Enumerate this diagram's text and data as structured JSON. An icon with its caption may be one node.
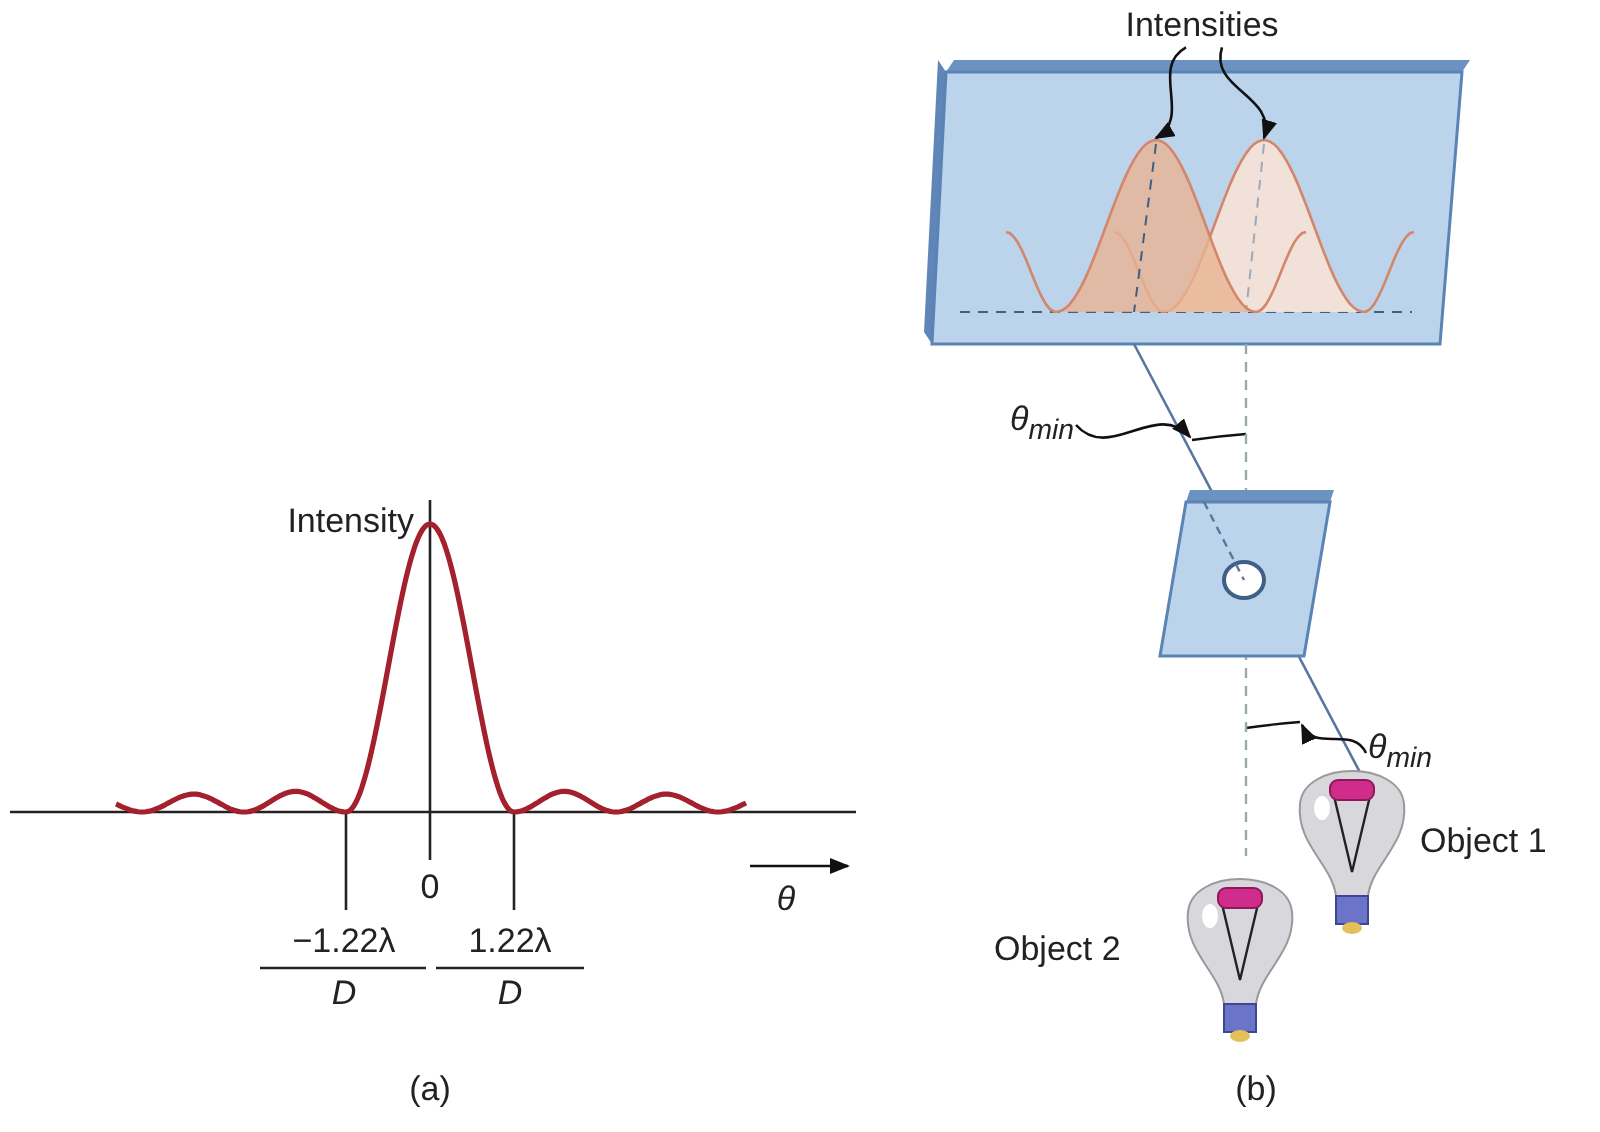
{
  "diagram": {
    "nodes": [
      {
        "text": [
          "Intensities"
        ]
      },
      {
        "text": [],
        "shape": "curve"
      },
      {
        "text": [],
        "shape": "curve"
      },
      {
        "text": [
          "θ$_{min}$"
        ]
      },
      {
        "text": [],
        "shape": "arc"
      },
      {
        "text": [],
        "shape": "arc"
      },
      {
        "text": [
          "θ$_{min}$"
        ]
      }
    ],
    "edges": [
      {
        "from": 0,
        "to": 1,
        "arrow": "to"
      },
      {
        "from": 0,
        "to": 2,
        "arrow": "to"
      },
      {
        "from": 3,
        "to": 4,
        "arrow": "to"
      },
      {
        "from": 6,
        "to": 5,
        "arrow": "to"
      }
    ],
    "labels": [
      "Intensity",
      "0",
      "θ",
      "−1.22λ",
      "D",
      "1.22λ",
      "D",
      "(a)",
      "Object 1",
      "Object 2",
      "(b)"
    ]
  }
}
